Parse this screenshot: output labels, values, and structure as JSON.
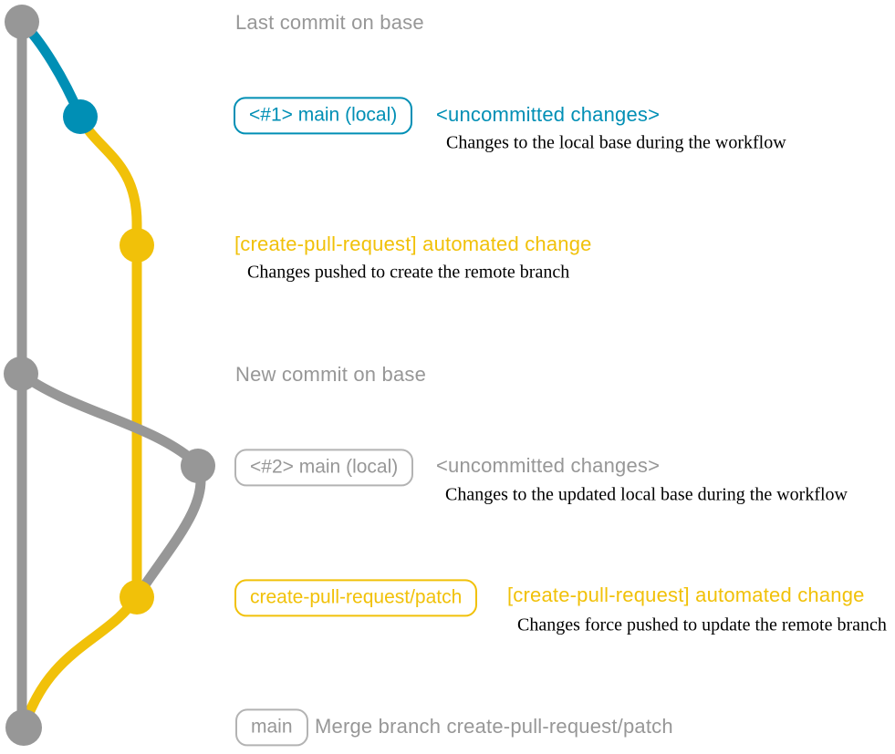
{
  "colors": {
    "background": "#ffffff",
    "base_branch": "#979797",
    "local_branch": "#008fb5",
    "remote_branch": "#f1c109",
    "annotation_text": "#000000",
    "gray_badge_border": "#b3b3b3"
  },
  "graph": {
    "branches": [
      {
        "name": "base",
        "color_key": "base_branch"
      },
      {
        "name": "main (local)",
        "color_key": "local_branch"
      },
      {
        "name": "create-pull-request/patch",
        "color_key": "remote_branch"
      }
    ],
    "commits": [
      {
        "id": "last-commit-on-base",
        "branch": "base"
      },
      {
        "id": "uncommitted-1",
        "branch": "main (local)"
      },
      {
        "id": "automated-change-1",
        "branch": "create-pull-request/patch"
      },
      {
        "id": "new-commit-on-base",
        "branch": "base"
      },
      {
        "id": "uncommitted-2",
        "branch": "base"
      },
      {
        "id": "automated-change-2",
        "branch": "create-pull-request/patch"
      },
      {
        "id": "merge-commit",
        "branch": "base"
      }
    ]
  },
  "rows": [
    {
      "message": "Last commit on base"
    },
    {
      "badge": "<#1> main (local)",
      "message": "<uncommitted changes>",
      "annotation": "Changes to the local base during the workflow"
    },
    {
      "message": "[create-pull-request] automated change",
      "annotation": "Changes pushed to create the remote branch"
    },
    {
      "message": "New commit on base"
    },
    {
      "badge": "<#2> main (local)",
      "message": "<uncommitted changes>",
      "annotation": "Changes to the updated local base during the workflow"
    },
    {
      "badge": "create-pull-request/patch",
      "message": "[create-pull-request] automated change",
      "annotation": "Changes force pushed to update the remote branch"
    },
    {
      "badge": "main",
      "message": "Merge branch create-pull-request/patch"
    }
  ]
}
